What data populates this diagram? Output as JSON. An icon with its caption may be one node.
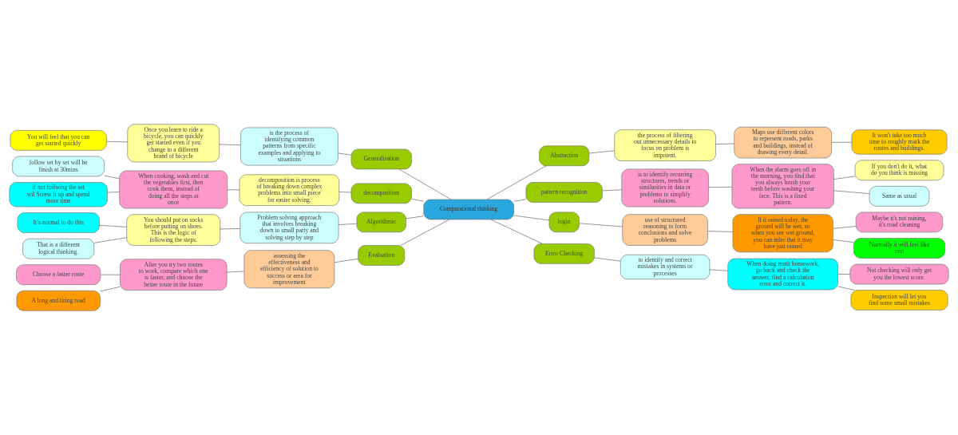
{
  "diagram": {
    "nodes": [
      {
        "text": [
          "Computational thinking"
        ]
      },
      {
        "text": [
          "Generalisation"
        ]
      },
      {
        "text": [
          "is the process of identifying common patterns from specific examples and applying to situations"
        ]
      },
      {
        "text": [
          "Once you learn to ride a bicycle, you can quickly get started even if you change to a different brand of bicycle"
        ]
      },
      {
        "text": [
          "You will feel that you can get started quickly"
        ]
      },
      {
        "text": [
          "decomposition"
        ]
      },
      {
        "text": [
          "decomposition is process of breaking down complex problems into small piece for easier solving."
        ]
      },
      {
        "text": [
          "When cooking, wash and cut the vegetables first, then cook them, instead of doing all the steps at once"
        ]
      },
      {
        "text": [
          "follow set by set will be finish at 30mins"
        ]
      },
      {
        "text": [
          "if not foilwing the set wil Screw it up and spend more time"
        ]
      },
      {
        "text": [
          "Algorithmic"
        ]
      },
      {
        "text": [
          "Problem solving approach that involves breaking down to small party and solving step by step"
        ]
      },
      {
        "text": [
          "You should put on socks before putting on shoes. This is the logic of following the steps."
        ]
      },
      {
        "text": [
          "It’s normal to do this"
        ]
      },
      {
        "text": [
          "That is a different logical thinking."
        ]
      },
      {
        "text": [
          "Evaluation"
        ]
      },
      {
        "text": [
          "assessing the effectiveness and efficiency of solution to success or area for improvement"
        ]
      },
      {
        "text": [
          "After you try two routes to work, compare which one is faster, and choose the better route in the future"
        ]
      },
      {
        "text": [
          "Choose a faster route"
        ]
      },
      {
        "text": [
          "A long and tiring road"
        ]
      },
      {
        "text": [
          "Abstraction"
        ]
      },
      {
        "text": [
          "the process of filtering out unnecessary details to focus on problem is impotent."
        ]
      },
      {
        "text": [
          "Maps use different colors to represent roads, parks and buildings, instead of drawing every detail."
        ]
      },
      {
        "text": [
          "It won't take too much time to roughly mark the routes and buildings."
        ]
      },
      {
        "text": [
          "pattern recognition"
        ]
      },
      {
        "text": [
          "is to identify recurring structures, trends or similarities in data or problems to simplify solutions."
        ]
      },
      {
        "text": [
          "When the alarm goes off in the morning, you find that you always brush your teeth before washing your face. This is a fixed pattern."
        ]
      },
      {
        "text": [
          "If you don't do it, what do you think is missing"
        ]
      },
      {
        "text": [
          "Same as usual"
        ]
      },
      {
        "text": [
          "login"
        ]
      },
      {
        "text": [
          "use of structured reasoning to form conclusions and solve problems"
        ]
      },
      {
        "text": [
          "If it rained today, the ground will be wet, so when you see wet ground, you can infer that it may have just rained"
        ]
      },
      {
        "text": [
          "Maybe it's not raining, it's road cleaning"
        ]
      },
      {
        "text": [
          "Normally it will feel like rain"
        ]
      },
      {
        "text": [
          "Error Checking"
        ]
      },
      {
        "text": [
          "to identify and correct mistakes in systems or processes"
        ]
      },
      {
        "text": [
          "When doing math homework, go back and check the answer, find a calculation error and correct it."
        ]
      },
      {
        "text": [
          "Not checking will only get you the lowest score."
        ]
      },
      {
        "text": [
          "Inspection will let you find some small mistakes"
        ]
      }
    ],
    "edges": [
      {
        "from": 0,
        "to": 1,
        "arrow": "none"
      },
      {
        "from": 1,
        "to": 2,
        "arrow": "none"
      },
      {
        "from": 2,
        "to": 3,
        "arrow": "none"
      },
      {
        "from": 3,
        "to": 4,
        "arrow": "none"
      },
      {
        "from": 0,
        "to": 5,
        "arrow": "none"
      },
      {
        "from": 5,
        "to": 6,
        "arrow": "none"
      },
      {
        "from": 6,
        "to": 7,
        "arrow": "none"
      },
      {
        "from": 7,
        "to": 8,
        "arrow": "none"
      },
      {
        "from": 7,
        "to": 9,
        "arrow": "none"
      },
      {
        "from": 0,
        "to": 10,
        "arrow": "none"
      },
      {
        "from": 10,
        "to": 11,
        "arrow": "none"
      },
      {
        "from": 11,
        "to": 12,
        "arrow": "none"
      },
      {
        "from": 12,
        "to": 13,
        "arrow": "none"
      },
      {
        "from": 12,
        "to": 14,
        "arrow": "none"
      },
      {
        "from": 0,
        "to": 15,
        "arrow": "none"
      },
      {
        "from": 15,
        "to": 16,
        "arrow": "none"
      },
      {
        "from": 16,
        "to": 17,
        "arrow": "none"
      },
      {
        "from": 17,
        "to": 18,
        "arrow": "none"
      },
      {
        "from": 17,
        "to": 19,
        "arrow": "none"
      },
      {
        "from": 0,
        "to": 20,
        "arrow": "none"
      },
      {
        "from": 20,
        "to": 21,
        "arrow": "none"
      },
      {
        "from": 21,
        "to": 22,
        "arrow": "none"
      },
      {
        "from": 22,
        "to": 23,
        "arrow": "none"
      },
      {
        "from": 0,
        "to": 24,
        "arrow": "none"
      },
      {
        "from": 24,
        "to": 25,
        "arrow": "none"
      },
      {
        "from": 25,
        "to": 26,
        "arrow": "none"
      },
      {
        "from": 26,
        "to": 27,
        "arrow": "none"
      },
      {
        "from": 26,
        "to": 28,
        "arrow": "none"
      },
      {
        "from": 0,
        "to": 29,
        "arrow": "none"
      },
      {
        "from": 29,
        "to": 30,
        "arrow": "none"
      },
      {
        "from": 30,
        "to": 31,
        "arrow": "none"
      },
      {
        "from": 31,
        "to": 32,
        "arrow": "none"
      },
      {
        "from": 31,
        "to": 33,
        "arrow": "none"
      },
      {
        "from": 0,
        "to": 34,
        "arrow": "none"
      },
      {
        "from": 34,
        "to": 35,
        "arrow": "none"
      },
      {
        "from": 35,
        "to": 36,
        "arrow": "none"
      },
      {
        "from": 36,
        "to": 37,
        "arrow": "none"
      },
      {
        "from": 36,
        "to": 38,
        "arrow": "none"
      }
    ]
  }
}
